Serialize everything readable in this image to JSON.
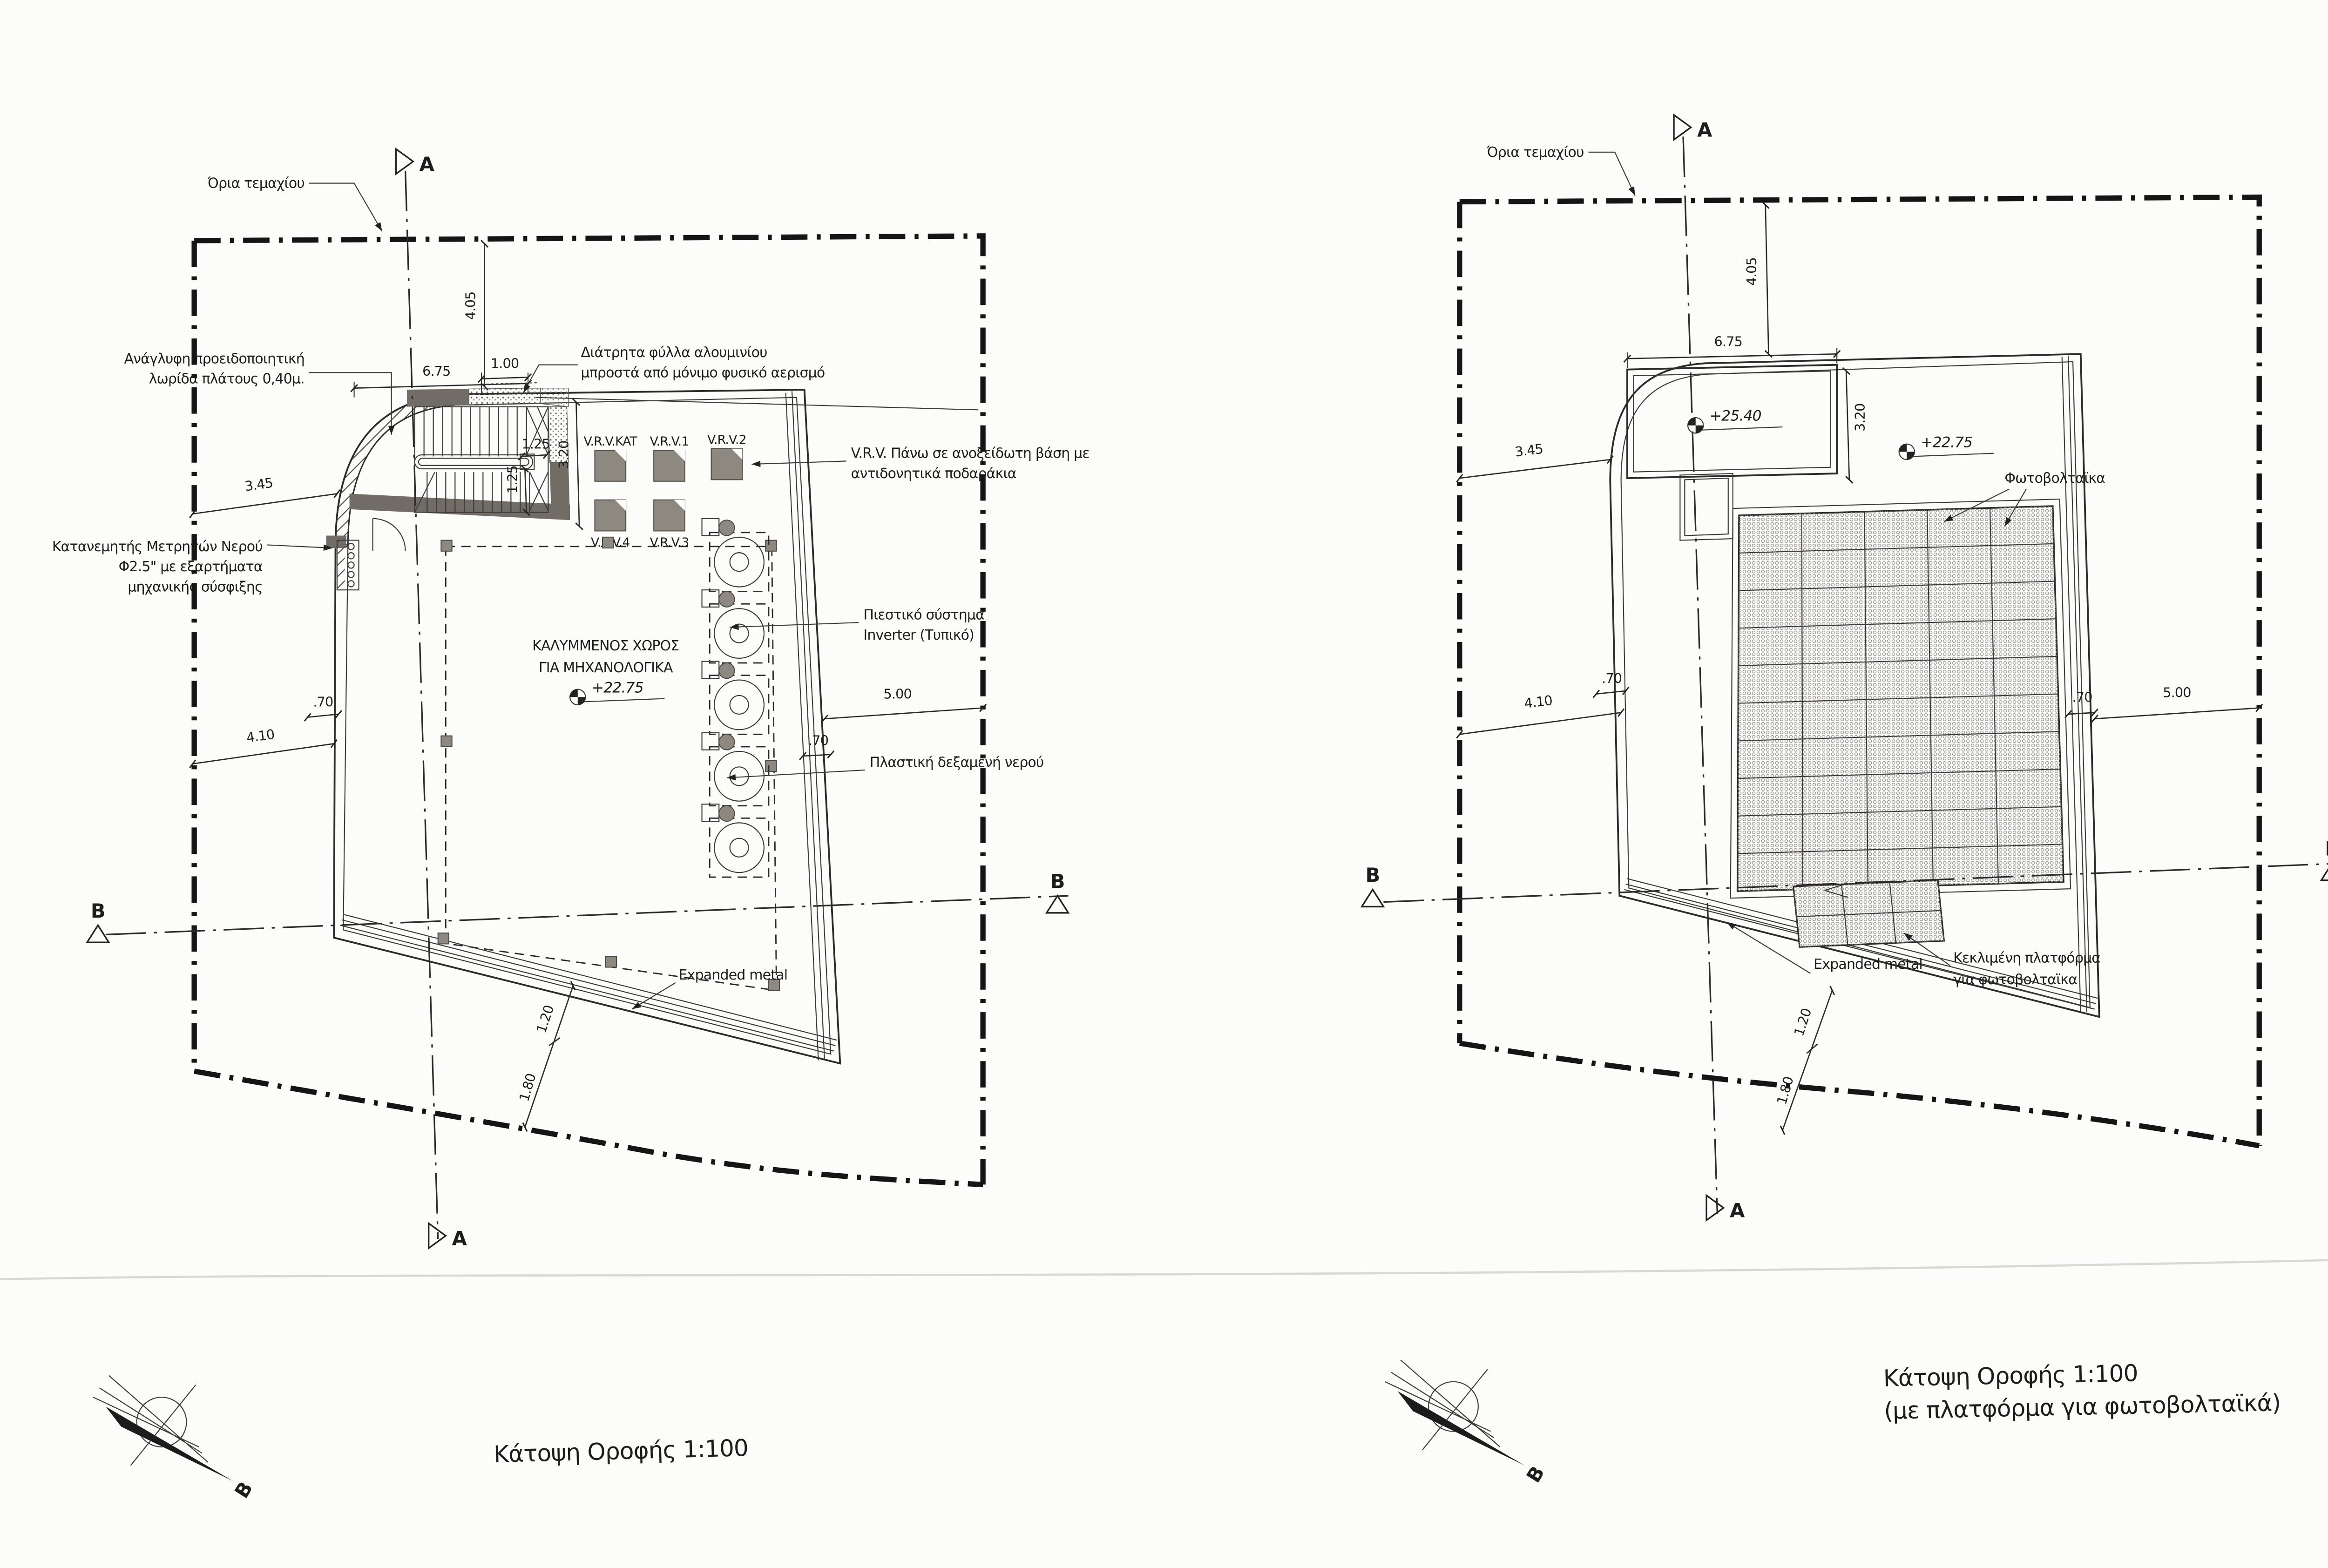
{
  "document": {
    "type": "architectural-roof-plan-scan",
    "ink": "#2b2b2b",
    "paper": "#fcfcfa",
    "section_markers": {
      "a": "A",
      "b": "B"
    },
    "compass_label": "B"
  },
  "left_plan": {
    "caption": "Κάτοψη Οροφής 1:100",
    "labels": {
      "boundary": "Όρια τεμαχίου",
      "tactile_strip": [
        "Ανάγλυφη προειδοποιητική",
        "λωρίδα πλάτους 0,40μ."
      ],
      "perforated_sheets": [
        "Διάτρητα φύλλα αλουμινίου",
        "μπροστά από μόνιμο φυσικό αερισμό"
      ],
      "vrv_note": [
        "V.R.V. Πάνω σε ανοξείδωτη βάση με",
        "αντιδονητικά ποδαράκια"
      ],
      "water_manifold": [
        "Κατανεμητής Μετρητών Νερού",
        "Φ2.5\" με εξαρτήματα",
        "μηχανικής σύσφιξης"
      ],
      "covered_space": [
        "ΚΑΛΥΜΜΕΝΟΣ ΧΩΡΟΣ",
        "ΓΙΑ ΜΗΧΑΝΟΛΟΓΙΚΑ"
      ],
      "roof_level": "+22.75",
      "pressure_system": [
        "Πιεστικό σύστημα",
        "Inverter (Τυπικό)"
      ],
      "water_tank": "Πλαστική δεξαμενή νερού",
      "expanded_metal": "Expanded metal",
      "vrv_units": [
        "V.R.V.KAT",
        "V.R.V.1",
        "V.R.V.2",
        "V.R.V.4",
        "V.R.V.3"
      ]
    },
    "dims": {
      "top_width": "6.75",
      "vent_width": "1.00",
      "north_offset": "4.05",
      "stair_depth": "3.20",
      "flight_a": "1.25",
      "flight_b": "1.25",
      "west_offset_top": "3.45",
      "parapet_west": ".70",
      "west_offset": "4.10",
      "east_offset": "5.00",
      "parapet_east": ".70",
      "band_a": "1.20",
      "band_b": "1.80"
    }
  },
  "right_plan": {
    "caption": [
      "Κάτοψη Οροφής 1:100",
      "(με πλατφόρμα για φωτοβολταϊκά)"
    ],
    "labels": {
      "boundary": "Όρια τεμαχίου",
      "photovoltaics": "Φωτοβολταϊκα",
      "stair_level": "+25.40",
      "roof_level": "+22.75",
      "expanded_metal": "Expanded metal",
      "pv_platform": [
        "Κεκλιμένη πλατφόρμα",
        "για φωτοβολταϊκα"
      ]
    },
    "dims": {
      "top_width": "6.75",
      "north_offset": "4.05",
      "stair_depth": "3.20",
      "west_offset_top": "3.45",
      "parapet_west": ".70",
      "west_offset": "4.10",
      "east_offset": "5.00",
      "parapet_east": ".70",
      "band_a": "1.20",
      "band_b": "1.80"
    }
  }
}
